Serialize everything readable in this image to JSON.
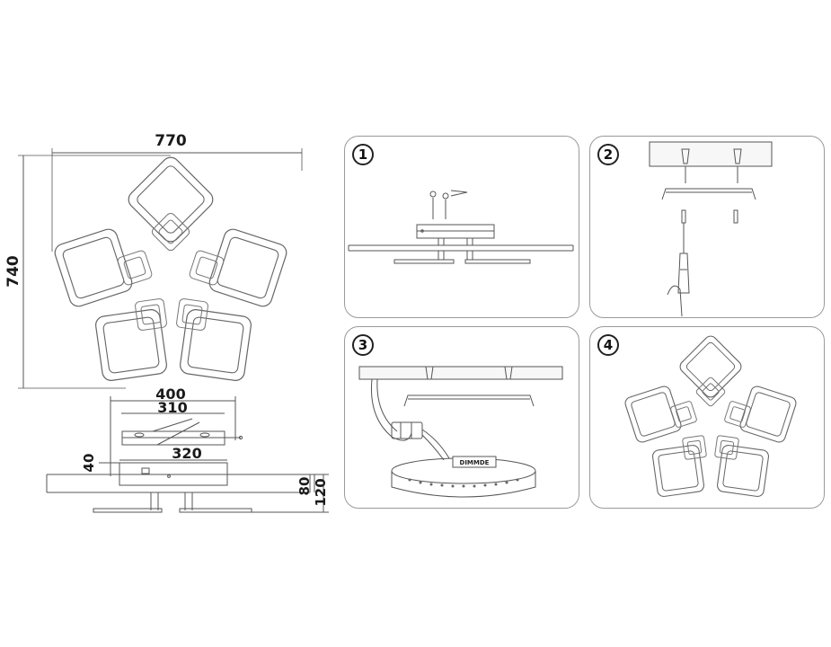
{
  "dimensions": {
    "width_top": "770",
    "height_left": "740",
    "bracket_width": "400",
    "bracket_inner": "310",
    "bracket_holes": "320",
    "base_height": "40",
    "profile_height": "80",
    "total_height": "120"
  },
  "steps": [
    {
      "number": "1"
    },
    {
      "number": "2"
    },
    {
      "number": "3",
      "driver_label": "DIMMDE"
    },
    {
      "number": "4"
    }
  ],
  "colors": {
    "line": "#555555",
    "panel_border": "#9a9a9a",
    "text": "#1a1a1a"
  }
}
